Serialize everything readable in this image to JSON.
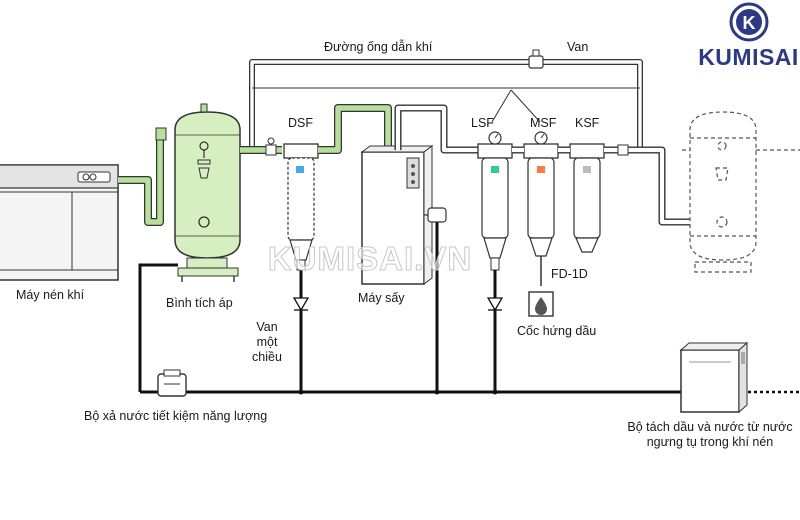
{
  "brand": {
    "name": "KUMISAI",
    "logo_letter": "K",
    "watermark": "KUMISAI.VN",
    "color": "#2b3a88"
  },
  "labels": {
    "pipe": "Đường ống dẫn khí",
    "valve": "Van",
    "dsf": "DSF",
    "lsf": "LSF",
    "msf": "MSF",
    "ksf": "KSF",
    "fd": "FD-1D",
    "compressor": "Máy nén khí",
    "tank": "Bình tích áp",
    "dryer": "Máy sấy",
    "check_valve": [
      "Van",
      "một",
      "chiều"
    ],
    "oil_cup": "Cốc hứng dầu",
    "drain": "Bộ xả nước tiết kiệm năng lượng",
    "separator": [
      "Bộ tách dầu và nước từ nước",
      "ngưng tụ trong khí nén"
    ]
  },
  "colors": {
    "tank_fill": "#d6efc0",
    "green_pipe": "#b6e09a",
    "outline": "#333333",
    "dsf_accent": "#44aaee",
    "lsf_accent": "#33cc88",
    "msf_accent": "#ff7a3c",
    "ksf_accent": "#bbbbbb"
  }
}
